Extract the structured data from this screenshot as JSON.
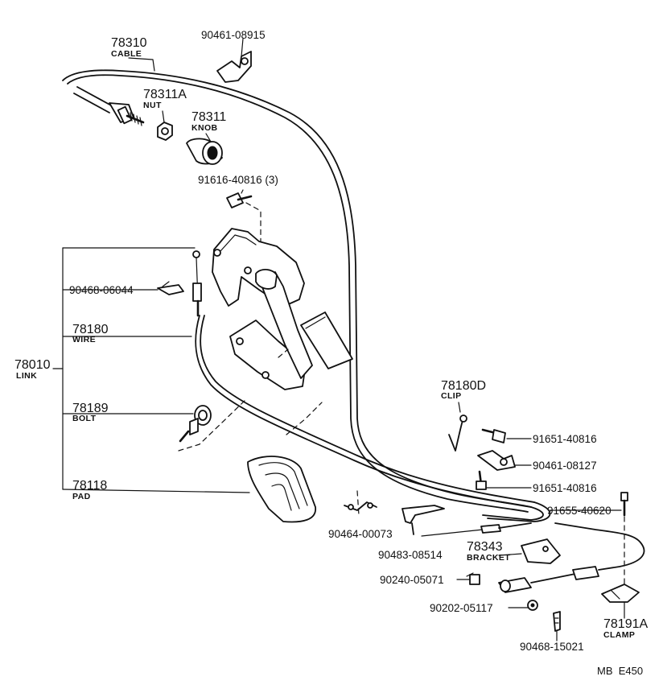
{
  "parts": {
    "cable": {
      "number": "78310",
      "name": "CABLE"
    },
    "clip_top": {
      "number": "90461-08915"
    },
    "nut": {
      "number": "78311A",
      "name": "NUT"
    },
    "knob": {
      "number": "78311",
      "name": "KNOB"
    },
    "bolt_top": {
      "number": "91616-40816 (3)"
    },
    "link": {
      "number": "78010",
      "name": "LINK"
    },
    "clip_left": {
      "number": "90468-06044"
    },
    "wire": {
      "number": "78180",
      "name": "WIRE"
    },
    "bolt": {
      "number": "78189",
      "name": "BOLT"
    },
    "pad": {
      "number": "78118",
      "name": "PAD"
    },
    "clip_d": {
      "number": "78180D",
      "name": "CLIP"
    },
    "bolt_r1": {
      "number": "91651-40816"
    },
    "clip_r": {
      "number": "90461-08127"
    },
    "bolt_r2": {
      "number": "91651-40816"
    },
    "bolt_r3": {
      "number": "91655-40620"
    },
    "clip_bottom": {
      "number": "90464-00073"
    },
    "pin": {
      "number": "90483-08514"
    },
    "bracket": {
      "number": "78343",
      "name": "BRACKET"
    },
    "bolt_b1": {
      "number": "90240-05071"
    },
    "nut_b": {
      "number": "90202-05117"
    },
    "clamp": {
      "number": "78191A",
      "name": "CLAMP"
    },
    "clip_b2": {
      "number": "90468-15021"
    }
  },
  "footer": {
    "code": "MB  E450"
  }
}
